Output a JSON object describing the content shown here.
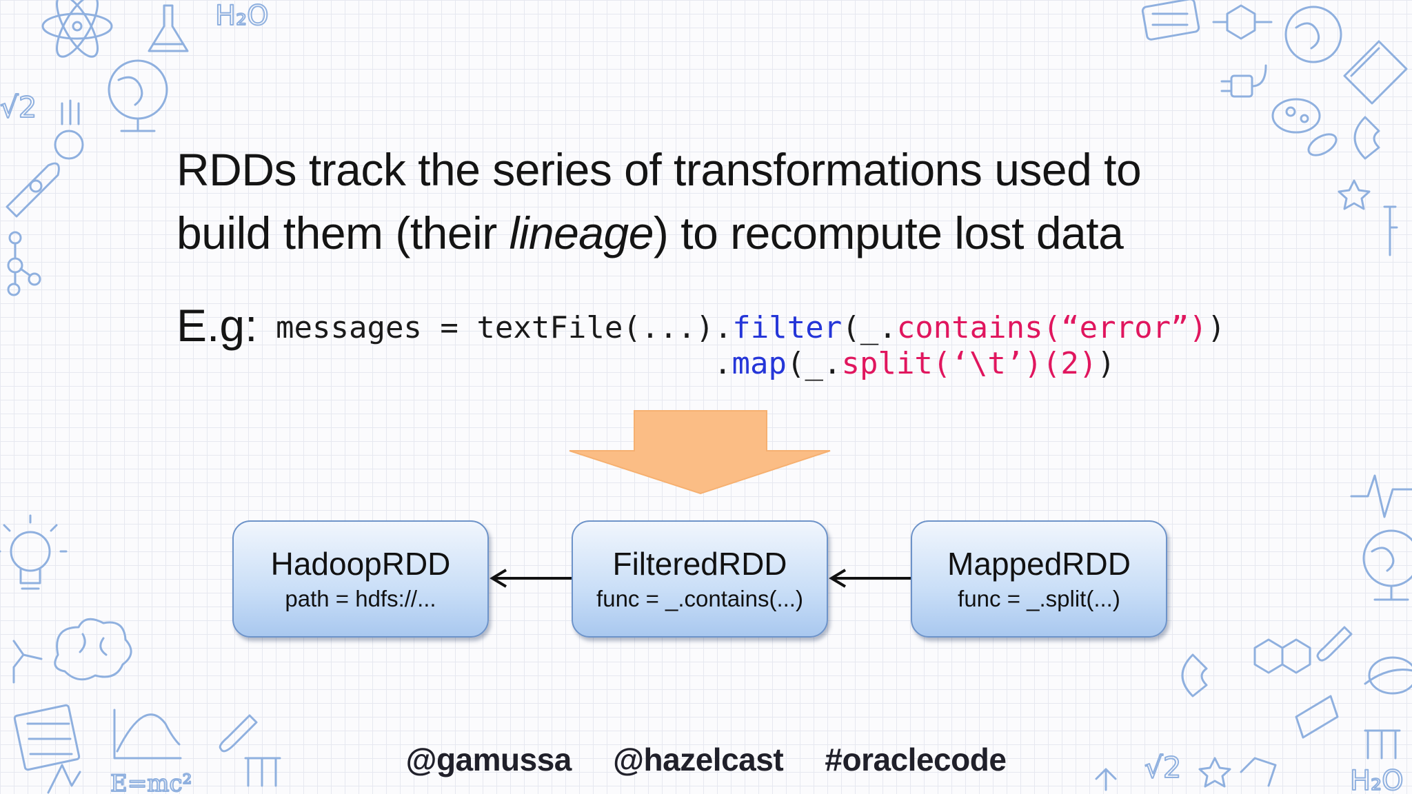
{
  "headline": {
    "line1": "RDDs track the series of transformations used to",
    "line2_before": "build them (their ",
    "line2_emphasis": "lineage",
    "line2_after": ") to recompute lost data"
  },
  "example": {
    "label": "E.g:",
    "line1_plain": "messages = textFile(...).",
    "line1_method": "filter",
    "line1_paren": "(_.",
    "line1_call": "contains(“error”)",
    "line1_close": ")",
    "line2_dot": ".",
    "line2_method": "map",
    "line2_paren": "(_.",
    "line2_call": "split(‘\\t’)(2)",
    "line2_close": ")"
  },
  "rdds": [
    {
      "name": "HadoopRDD",
      "detail": "path = hdfs://..."
    },
    {
      "name": "FilteredRDD",
      "detail": "func = _.contains(...)"
    },
    {
      "name": "MappedRDD",
      "detail": "func = _.split(...)"
    }
  ],
  "footer": {
    "handle_1": "@gamussa",
    "handle_2": "@hazelcast",
    "hashtag": "#oraclecode"
  },
  "colors": {
    "method_keyword": "#2536d8",
    "string_call": "#e0165e",
    "big_arrow": "#fbbd85",
    "box_border": "#6d93c9"
  },
  "icons": [
    "atom-icon",
    "flask-icon",
    "globe-icon",
    "rocket-icon",
    "lightbulb-icon",
    "brain-icon",
    "abacus-icon",
    "molecule-icon",
    "magnet-icon",
    "calculator-icon",
    "microscope-icon",
    "plug-icon",
    "star-icon"
  ]
}
